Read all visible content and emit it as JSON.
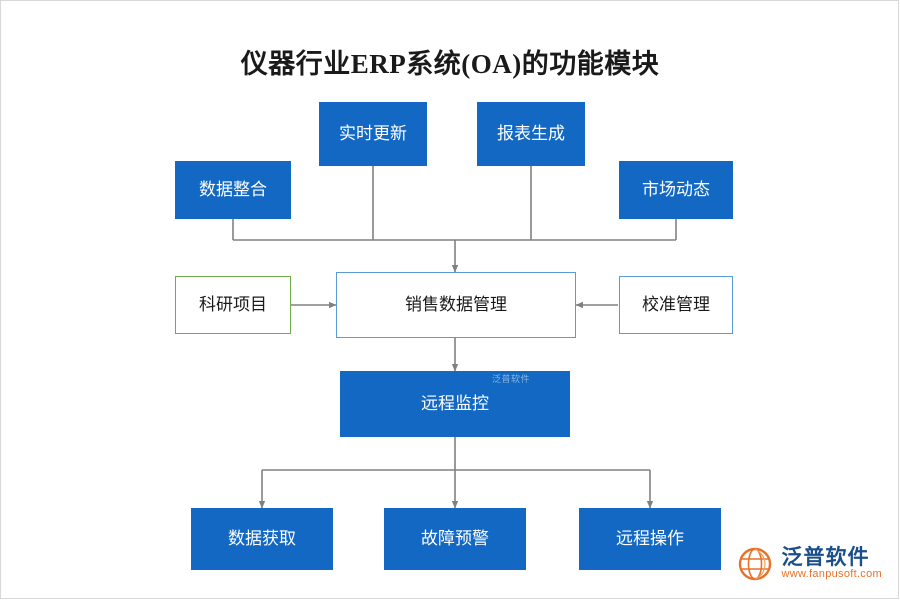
{
  "title": "仪器行业ERP系统(OA)的功能模块",
  "colors": {
    "node_fill": "#1268c3",
    "node_text_light": "#ffffff",
    "node_border_blue": "#5b9bd5",
    "node_border_green": "#70ad47",
    "connector": "#808080",
    "logo_blue": "#1a4f8a",
    "logo_orange": "#e8722a"
  },
  "nodes": [
    {
      "id": "realtime-update",
      "label": "实时更新",
      "style": "filled"
    },
    {
      "id": "report-generation",
      "label": "报表生成",
      "style": "filled"
    },
    {
      "id": "data-integration",
      "label": "数据整合",
      "style": "filled"
    },
    {
      "id": "market-dynamics",
      "label": "市场动态",
      "style": "filled"
    },
    {
      "id": "research-project",
      "label": "科研项目",
      "style": "outlined-green"
    },
    {
      "id": "sales-data-management",
      "label": "销售数据管理",
      "style": "outlined-blue"
    },
    {
      "id": "calibration-management",
      "label": "校准管理",
      "style": "outlined-blue"
    },
    {
      "id": "remote-monitoring",
      "label": "远程监控",
      "style": "filled"
    },
    {
      "id": "data-acquisition",
      "label": "数据获取",
      "style": "filled"
    },
    {
      "id": "fault-warning",
      "label": "故障预警",
      "style": "filled"
    },
    {
      "id": "remote-operation",
      "label": "远程操作",
      "style": "filled"
    }
  ],
  "watermark": {
    "center_text": "泛普软件"
  },
  "logo": {
    "name": "泛普软件",
    "url": "www.fanpusoft.com"
  }
}
